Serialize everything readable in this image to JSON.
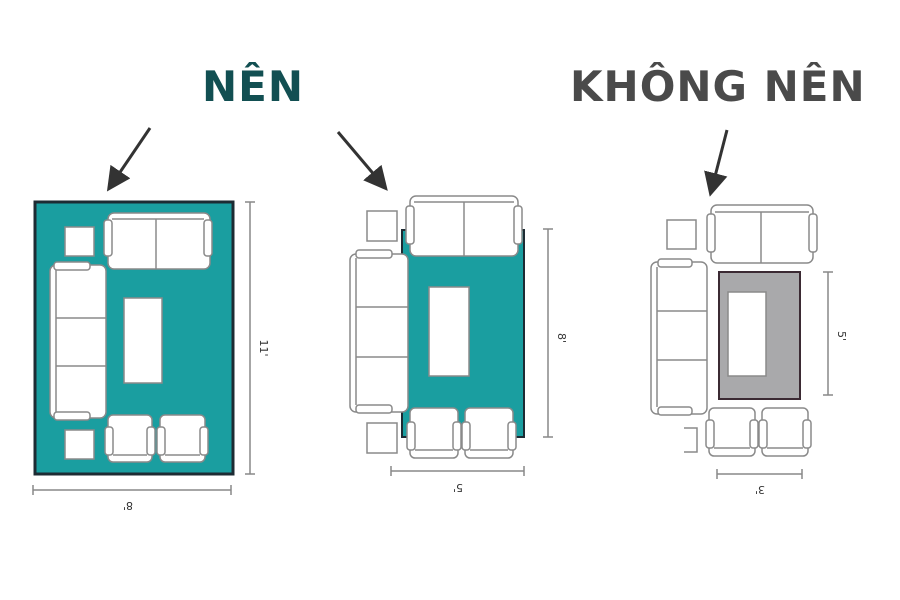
{
  "headings": {
    "do": {
      "label": "NÊN",
      "color": "#124f52"
    },
    "dont": {
      "label": "KHÔNG NÊN",
      "color": "#4a4a4a"
    }
  },
  "colors": {
    "rug_good": "#1a9ea0",
    "rug_bad": "#a9a9ab",
    "rug_border": "#1d2b33",
    "bad_border": "#3b2a33",
    "furniture_fill": "#ffffff",
    "furniture_stroke": "#8a8a8a"
  },
  "layouts": [
    {
      "id": "large-rug",
      "verdict": "do",
      "width_label": "8'",
      "height_label": "11'"
    },
    {
      "id": "medium-rug",
      "verdict": "do",
      "width_label": "5'",
      "height_label": "8'"
    },
    {
      "id": "small-rug",
      "verdict": "dont",
      "width_label": "3'",
      "height_label": "5'"
    }
  ]
}
